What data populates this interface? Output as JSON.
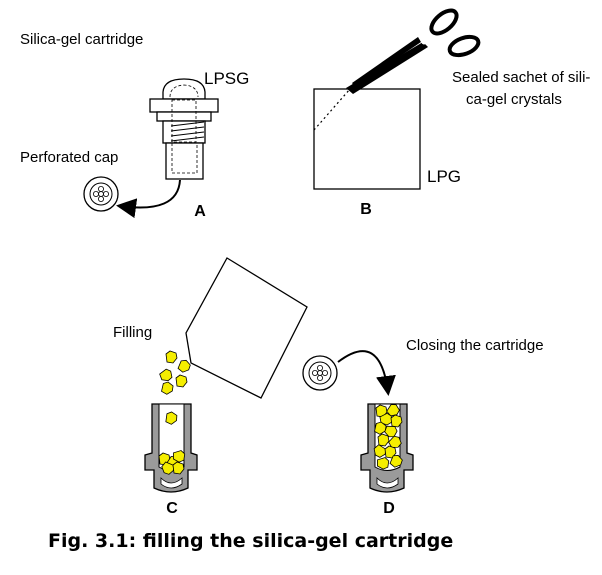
{
  "figure": {
    "title": "Silica-gel cartridge",
    "caption": "Fig. 3.1: filling the silica-gel cartridge"
  },
  "panel_a": {
    "product_label": "LPSG",
    "cap_label": "Perforated cap",
    "letter": "A"
  },
  "panel_b": {
    "sachet_label_line1": "Sealed sachet of sili-",
    "sachet_label_line2": "ca-gel crystals",
    "product_label": "LPG",
    "letter": "B"
  },
  "panel_c": {
    "label": "Filling",
    "letter": "C"
  },
  "panel_d": {
    "label": "Closing the cartridge",
    "letter": "D"
  },
  "colors": {
    "crystal_fill": "#f5ee00",
    "cartridge_gray": "#9a9a9a"
  }
}
